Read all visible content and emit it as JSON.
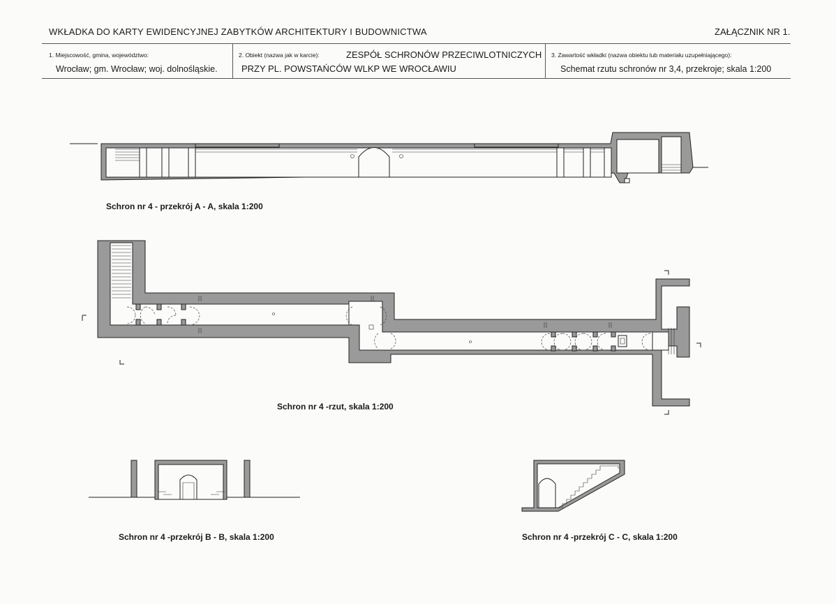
{
  "header": {
    "title": "WKŁADKA DO KARTY EWIDENCYJNEJ ZABYTKÓW ARCHITEKTURY I BUDOWNICTWA",
    "annex": "ZAŁĄCZNIK NR 1."
  },
  "fields": {
    "location": {
      "label": "1. Miejscowość, gmina, województwo:",
      "value": "Wrocław; gm. Wrocław; woj. dolnośląskie."
    },
    "object": {
      "label": "2. Obiekt (nazwa jak w karcie):",
      "value_line1": "ZESPÓŁ SCHRONÓW PRZECIWLOTNICZYCH",
      "value_line2": "PRZY PL. POWSTAŃCÓW WLKP WE WROCŁAWIU"
    },
    "contents": {
      "label": "3. Zawartość wkładki (nazwa obiektu lub materiału uzupełniającego):",
      "value": "Schemat rzutu schronów nr 3,4, przekroje;  skala 1:200"
    }
  },
  "drawings": {
    "section_aa": "Schron nr 4 - przekrój A - A, skala 1:200",
    "plan": "Schron nr 4 -rzut, skala 1:200",
    "section_bb": "Schron nr 4 -przekrój B - B, skala 1:200",
    "section_cc": "Schron nr 4 -przekrój C - C, skala 1:200"
  }
}
